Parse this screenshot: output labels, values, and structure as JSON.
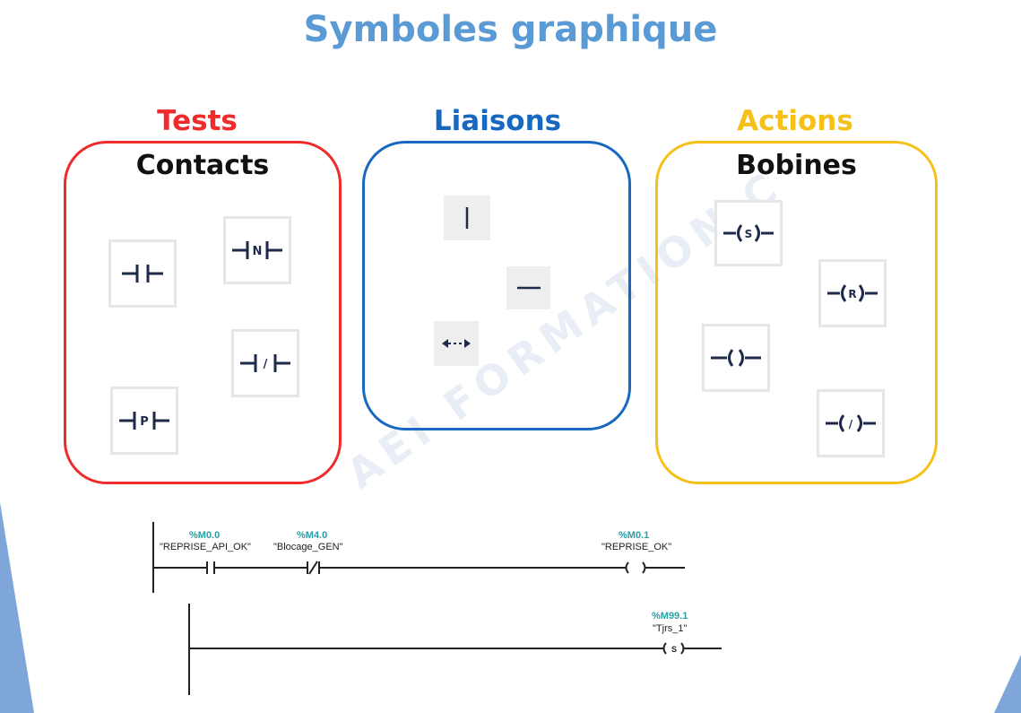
{
  "title": "Symboles graphique",
  "colors": {
    "title": "#5b9bd5",
    "tests": "#ef2b2b",
    "liaisons": "#1668c0",
    "actions": "#f5c119",
    "addr": "#2aa0a4"
  },
  "watermark": "AEI  FORMATION  C",
  "categories": [
    {
      "label": "Tests",
      "heading": "Contacts"
    },
    {
      "label": "Liaisons",
      "heading": ""
    },
    {
      "label": "Actions",
      "heading": "Bobines"
    }
  ],
  "contacts": [
    {
      "icon": "no-contact-icon",
      "letter": ""
    },
    {
      "icon": "negative-edge-contact-icon",
      "letter": "N"
    },
    {
      "icon": "nc-contact-icon",
      "letter": "/"
    },
    {
      "icon": "positive-edge-contact-icon",
      "letter": "P"
    }
  ],
  "liaisons": [
    {
      "icon": "vertical-branch-icon"
    },
    {
      "icon": "horizontal-line-icon"
    },
    {
      "icon": "open-branch-icon"
    }
  ],
  "coils": [
    {
      "icon": "set-coil-icon",
      "letter": "S"
    },
    {
      "icon": "reset-coil-icon",
      "letter": "R"
    },
    {
      "icon": "coil-icon",
      "letter": ""
    },
    {
      "icon": "negated-coil-icon",
      "letter": "/"
    }
  ],
  "ladder": {
    "rung1": {
      "c1_addr": "%M0.0",
      "c1_name": "\"REPRISE_API_OK\"",
      "c2_addr": "%M4.0",
      "c2_name": "\"Blocage_GEN\"",
      "coil_addr": "%M0.1",
      "coil_name": "\"REPRISE_OK\""
    },
    "rung2": {
      "coil_addr": "%M99.1",
      "coil_name": "\"Tjrs_1\"",
      "coil_letter": "S"
    }
  }
}
